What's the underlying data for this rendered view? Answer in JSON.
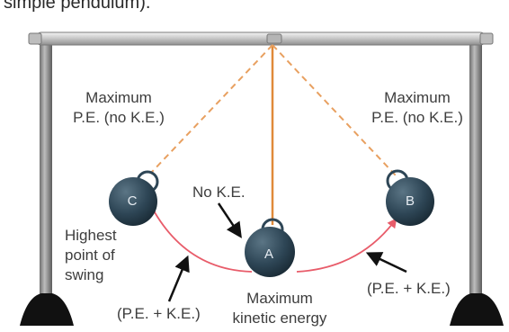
{
  "caption_fragment": "simple pendulum).",
  "labels": {
    "left_top": [
      "Maximum",
      "P.E. (no K.E.)"
    ],
    "right_top": [
      "Maximum",
      "P.E. (no K.E.)"
    ],
    "no_ke": "No K.E.",
    "highest_point": [
      "Highest",
      "point of",
      "swing"
    ],
    "left_bottom": "(P.E. + K.E.)",
    "right_bottom": "(P.E. + K.E.)",
    "center_bottom": [
      "Maximum",
      "kinetic energy"
    ]
  },
  "bobs": {
    "left": "C",
    "center": "A",
    "right": "B"
  },
  "colors": {
    "string_solid": "#e08a3a",
    "string_dashed": "#e8a060",
    "swing_arc": "#e85c6a",
    "bob": "#2e4656",
    "frame": "#8a8a8a",
    "base": "#111111",
    "label_text": "#3d3d3d"
  }
}
